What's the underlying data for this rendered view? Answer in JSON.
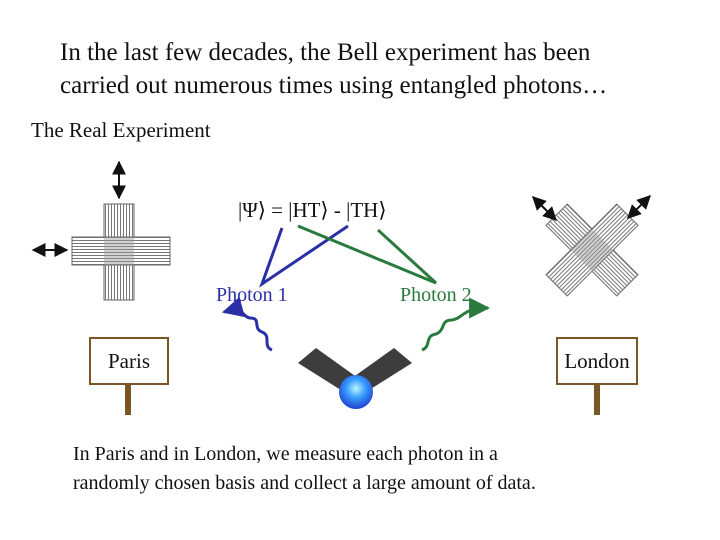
{
  "slide": {
    "title_line1": "In the last few decades, the Bell experiment has been",
    "title_line2": "carried out numerous times using entangled photons…",
    "subtitle": "The Real Experiment",
    "state_equation": "|Ψ⟩ = |HT⟩ - |TH⟩",
    "photon1_label": "Photon 1",
    "photon2_label": "Photon 2",
    "left_city": "Paris",
    "right_city": "London",
    "caption_line1": "In Paris and in London, we measure each photon in a",
    "caption_line2": "randomly chosen basis and collect a large amount of data."
  },
  "colors": {
    "photon1": "#2b2fa6",
    "photon2": "#2a7a3e",
    "sign_wood": "#7a5525",
    "source_block": "#3d3d3d"
  },
  "icons": [
    "vertical-arrow-icon",
    "horizontal-arrow-icon",
    "diagonal-arrow-icon",
    "entangled-source-icon"
  ]
}
